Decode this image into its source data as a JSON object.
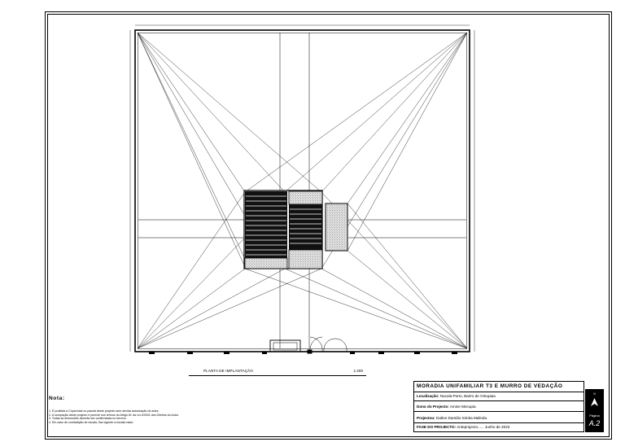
{
  "drawing": {
    "caption": "PLANTA DE IMPLANTAÇÃO",
    "scale": "1:200"
  },
  "notes": {
    "title": "Nota:",
    "lines": [
      "1. É proibida a Cópia total ou parcial deste projecto sem devida autorização do autor.",
      "2. A usurpação deste projecto é punível nos termos do Artigo 61 da Lei 4/2001 dos Direitos do Autor.",
      "3. Todas as dimensões deverão ser confirmadas no terreno.",
      "4. Em caso de contradição de escala, fica vigente a escala maior."
    ]
  },
  "title_block": {
    "project_title": "MORADIA UNIFAMILIAR T3 E MURRO DE VEDAÇÃO",
    "location_label": "Localização:",
    "location_value": "Nacala-Porto, Bairro de Ontupaia",
    "owner_label": "Dono do Projecto:",
    "owner_value": "Amine Mecupia",
    "designer_label": "Projectou:",
    "designer_value": "Dalton Damião Simba Malinda",
    "phase_label": "FASE DO PROJECTO:",
    "phase_value": "Anteprojecto...... Junho de 2023"
  },
  "page_box": {
    "n_label": "N",
    "page_label": "Página",
    "page_number": "A.2"
  }
}
